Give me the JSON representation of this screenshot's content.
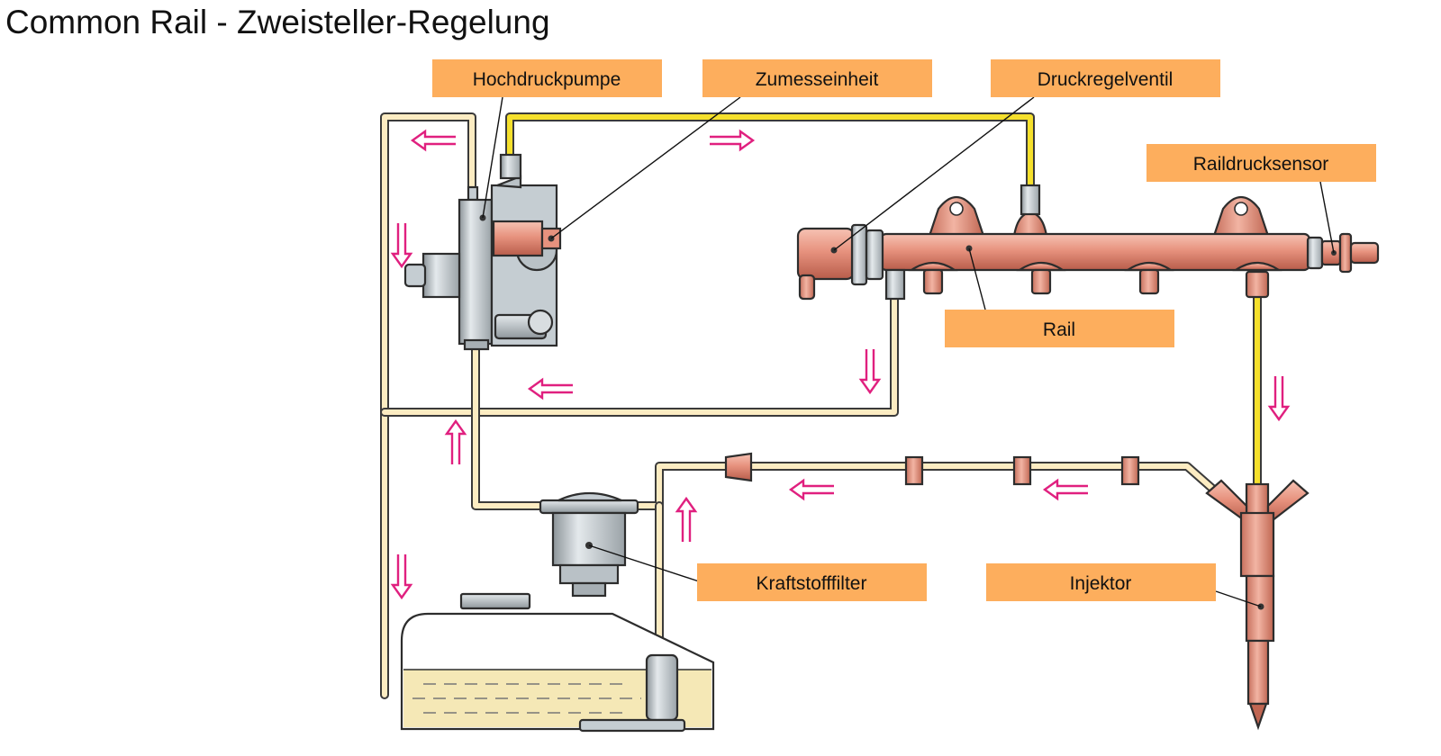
{
  "title": "Common Rail - Zweisteller-Regelung",
  "labels": {
    "hochdruckpumpe": "Hochdruckpumpe",
    "zumesseinheit": "Zumesseinheit",
    "druckregelventil": "Druckregelventil",
    "raildrucksensor": "Raildrucksensor",
    "rail": "Rail",
    "kraftstofffilter": "Kraftstofffilter",
    "injektor": "Injektor"
  },
  "colors": {
    "label_box": "#fdae5d",
    "low_pressure_line": "#fcecc2",
    "high_pressure_line": "#f5e02c",
    "flow_arrow": "#e0207f",
    "rail_body": "#e7927e",
    "pump_body": "#c5cdd2",
    "fuel": "#f5e8b6"
  }
}
